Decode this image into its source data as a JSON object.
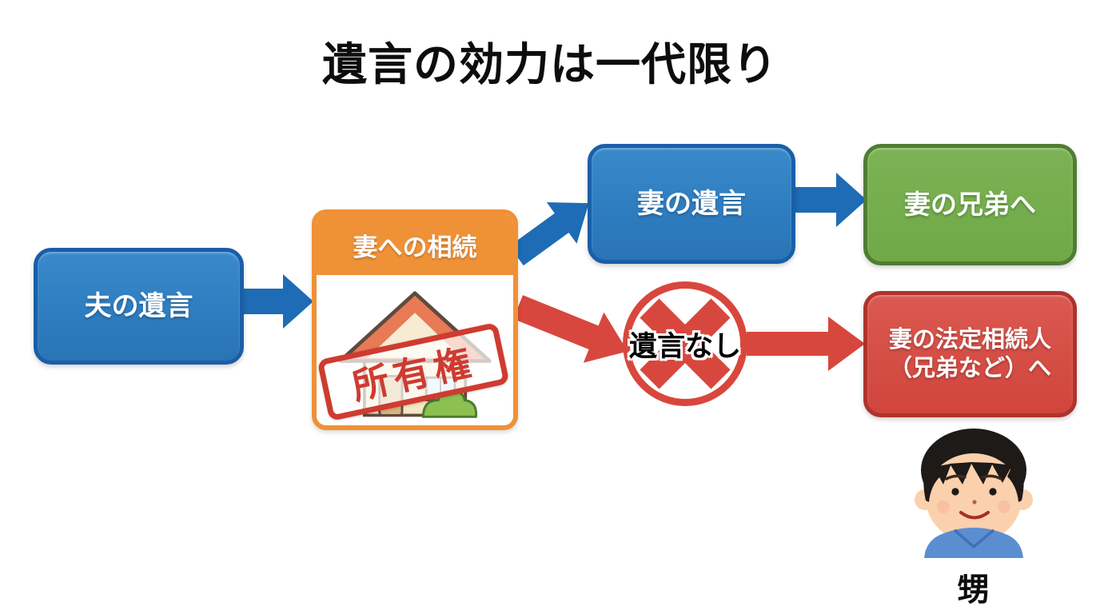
{
  "title": "遺言の効力は一代限り",
  "flow": {
    "husband_will": {
      "label": "夫の遺言"
    },
    "inheritance_to_wife": {
      "header": "妻への相続",
      "stamp": "所有権"
    },
    "wife_will": {
      "label": "妻の遺言"
    },
    "to_wife_siblings": {
      "label": "妻の兄弟へ"
    },
    "no_will": {
      "label": "遺言なし"
    },
    "to_legal_heirs": {
      "line1": "妻の法定相続人",
      "line2": "（兄弟など）へ"
    },
    "nephew": {
      "label": "甥"
    }
  },
  "colors": {
    "blue_fill": "#2f80c3",
    "blue_border": "#1a5ea8",
    "blue_arrow": "#1e6cb5",
    "orange": "#ef9136",
    "green_fill": "#72ad4a",
    "green_border": "#4f7d33",
    "red_fill": "#d0453d",
    "red_border": "#ae332c",
    "red_arrow": "#d8473d",
    "stamp_red": "#cf3b30"
  }
}
